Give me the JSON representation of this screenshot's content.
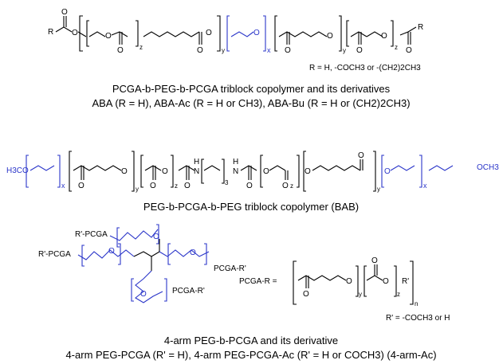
{
  "s1": {
    "r": "R",
    "o": "O",
    "z": "z",
    "y": "y",
    "x": "x",
    "r_note": "R = H, -COCH3 or -(CH2)2CH3",
    "caption1": "PCGA-b-PEG-b-PCGA triblock copolymer and its derivatives",
    "caption2": "ABA (R = H), ABA-Ac (R = H or CH3), ABA-Bu (R = H or (CH2)2CH3)"
  },
  "s2": {
    "left_end": "H3CO",
    "right_end": "OCH3",
    "nh": "N",
    "h": "H",
    "three": "3",
    "caption": "PEG-b-PCGA-b-PEG triblock copolymer (BAB)"
  },
  "s3": {
    "arm_label": "R'-PCGA",
    "arm_right": "PCGA-R'",
    "pcga_eq": "PCGA-R =",
    "r_prime": "R'",
    "n": "n",
    "r_note": "R' = -COCH3 or H",
    "caption1": "4-arm PEG-b-PCGA and its derivative",
    "caption2": "4-arm PEG-PCGA (R' = H), 4-arm PEG-PCGA-Ac (R' = H or COCH3) (4-arm-Ac)"
  }
}
